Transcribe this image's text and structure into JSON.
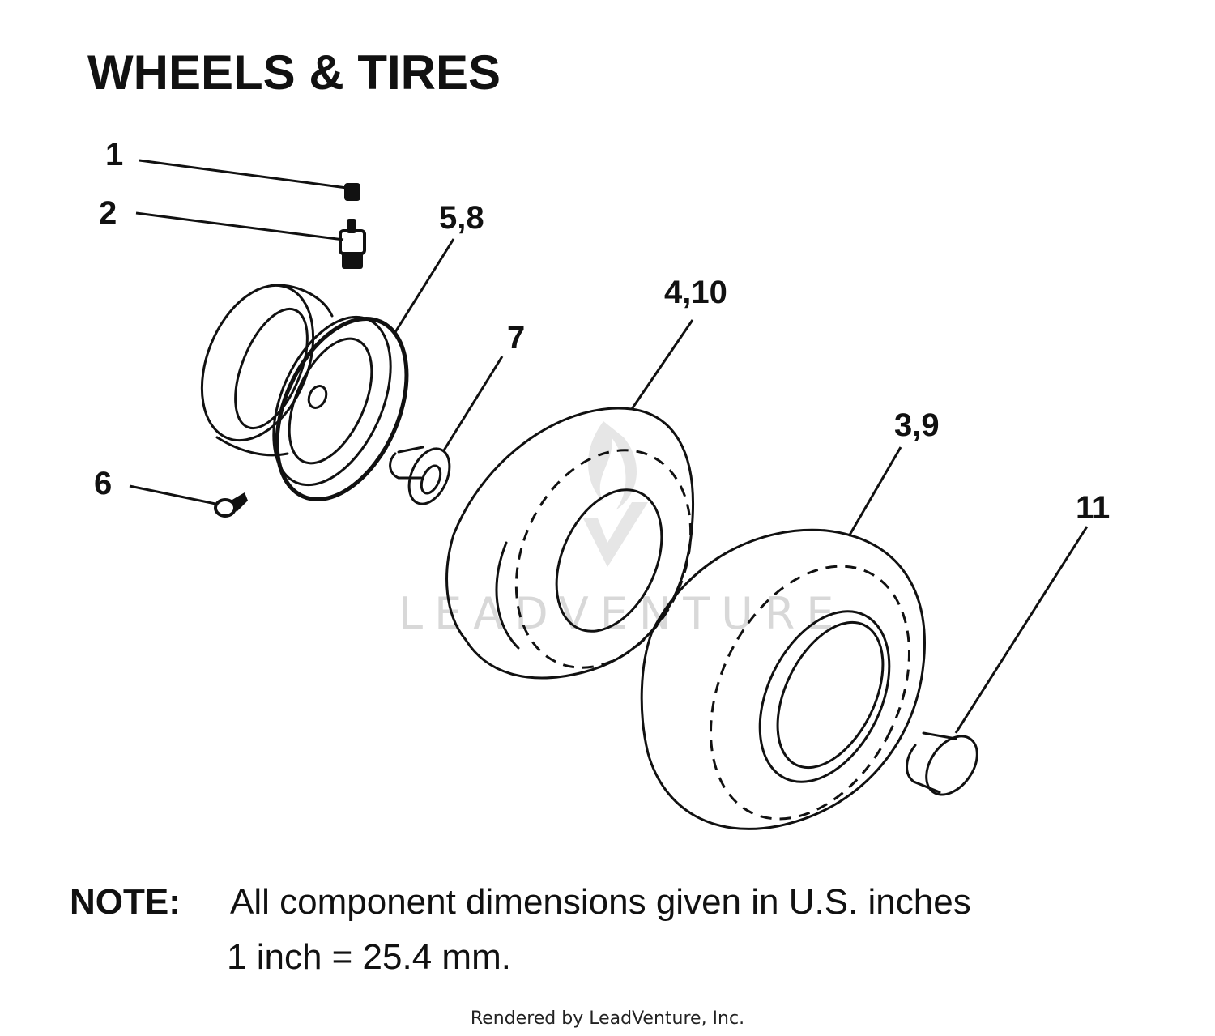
{
  "title": "WHEELS & TIRES",
  "callouts": {
    "c1": "1",
    "c2": "2",
    "c58": "5,8",
    "c410": "4,10",
    "c7": "7",
    "c39": "3,9",
    "c6": "6",
    "c11": "11"
  },
  "note": {
    "label": "NOTE:",
    "line1": "All component dimensions given in U.S. inches",
    "line2": "1 inch = 25.4 mm."
  },
  "watermark": "LEADVENTURE",
  "footer": "Rendered by LeadVenture, Inc."
}
